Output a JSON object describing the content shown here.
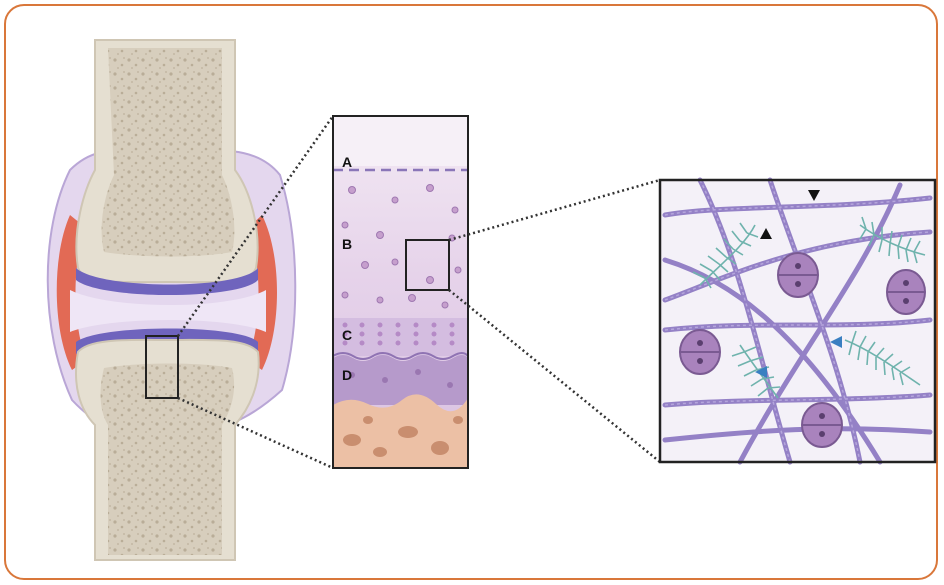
{
  "colors": {
    "frame": "#d9773a",
    "bone": "#d8d2c4",
    "bone_spongy": "#c9bfae",
    "cartilage_band": "#6f63b8",
    "synovium": "#e56f5d",
    "capsule": "#d8c7e7",
    "tissue_pink": "#e8d4ea",
    "calcified": "#b89ac9",
    "subchondral": "#e9bfa6",
    "collagen": "#8e7cc3",
    "proteoglycan": "#7fb8b4",
    "chondrocyte": "#b58ac2",
    "arrow_black": "#111111",
    "arrow_blue": "#3a7fc1"
  },
  "zone_labels": {
    "a": "A",
    "b": "B",
    "c": "C",
    "d": "D"
  },
  "icons": {
    "joint": "knee-joint-illustration",
    "section": "cartilage-section-illustration",
    "matrix": "extracellular-matrix-illustration"
  }
}
